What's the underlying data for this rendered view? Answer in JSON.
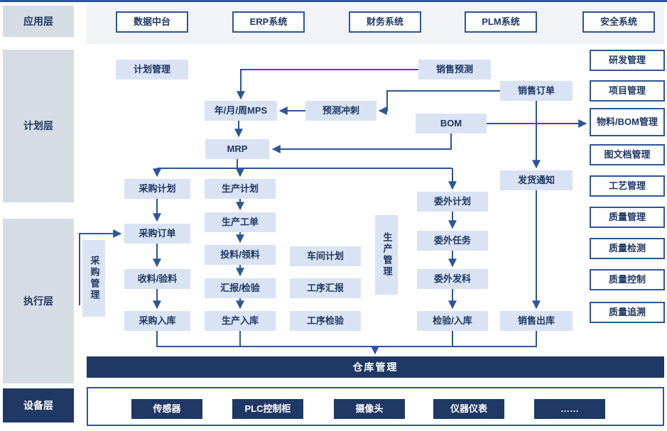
{
  "colors": {
    "navy": "#1f3864",
    "border_blue": "#2e5597",
    "light_blue_box": "#dae3f3",
    "layer_label_bg": "#d6dce4",
    "arrow": "#2e5597",
    "top_strip_bg": "#f2f3f6"
  },
  "layers": {
    "app": "应用层",
    "plan": "计划层",
    "exec": "执行层",
    "device": "设备层"
  },
  "app_systems": [
    "数据中台",
    "ERP系统",
    "财务系统",
    "PLM系统",
    "安全系统"
  ],
  "plan": {
    "plan_mgmt": "计划管理",
    "sales_forecast": "销售预测",
    "sales_order": "销售订单",
    "mps": "年/月/周MPS",
    "forecast_netting": "预测冲刺",
    "bom": "BOM",
    "mrp": "MRP"
  },
  "right_panel": [
    "研发管理",
    "项目管理",
    "物料/BOM管理",
    "图文档管理",
    "工艺管理",
    "质量管理",
    "质量检测",
    "质量控制",
    "质量追溯"
  ],
  "exec": {
    "purchase_plan": "采购计划",
    "production_plan": "生产计划",
    "outsource_plan": "委外计划",
    "delivery_notice": "发货通知",
    "purchase_order": "采购订单",
    "production_order": "生产工单",
    "material_issue": "投料/领料",
    "workshop_plan": "车间计划",
    "production_mgmt": "生产管理",
    "outsource_task": "委外任务",
    "purchase_mgmt": "采购管理",
    "receiving_inspection": "收料/验料",
    "report_inspection": "汇报/检验",
    "operation_report": "工序汇报",
    "outsource_issue": "委外发科",
    "purchase_inbound": "采购入库",
    "production_inbound": "生产入库",
    "operation_inspection": "工序检验",
    "inspection_inbound": "检验/入库",
    "sales_outbound": "销售出库"
  },
  "warehouse": {
    "label": "仓库管理"
  },
  "devices": [
    "传感器",
    "PLC控制柜",
    "摄像头",
    "仪器仪表",
    "……"
  ]
}
